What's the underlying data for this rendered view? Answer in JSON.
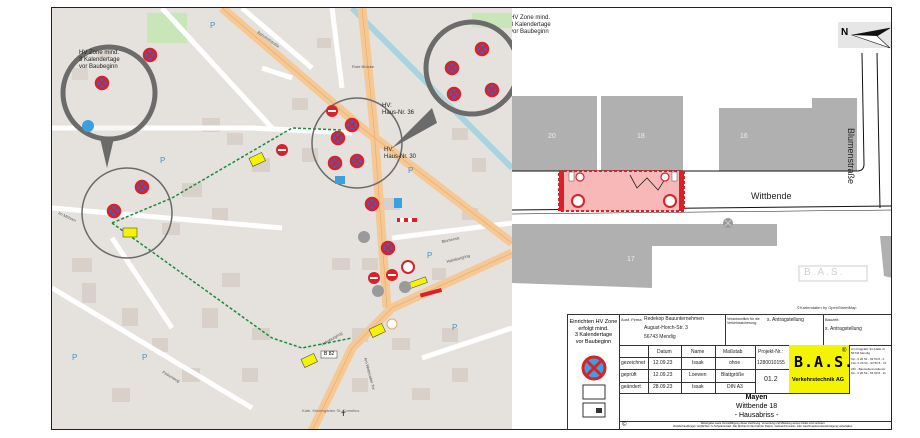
{
  "map": {
    "callouts": [
      {
        "text": [
          "HV Zone mind.",
          "3 Kalendertage",
          "vor Baubeginn"
        ]
      },
      {
        "text": [
          "HV Zone mind.",
          "3 Kalendertage",
          "vor Baubeginn"
        ]
      }
    ],
    "hv_labels": [
      {
        "line1": "HV:",
        "line2": "Haus-Nr. 36"
      },
      {
        "line1": "HV:",
        "line2": "Haus-Nr. 30"
      }
    ],
    "street_labels": [
      "Bahnhofstraße",
      "Rote Brücke",
      "Blumenstr.",
      "Habsburgring",
      "Im Möhren",
      "Am Wetteralter Tor",
      "Finkenweg",
      "Ringstraße",
      "Bachstr.",
      "Mühlenstr.",
      "Habsburgring"
    ],
    "poi_labels": [
      "Rote Brücke",
      "Kath. Kindergarten St. Cornelius",
      "Wandelwerk",
      "Messbarenhaus"
    ],
    "route_badge": "B 82",
    "colors": {
      "road_major": "#f6c894",
      "road_minor": "#ffffff",
      "building": "#d9d0c9",
      "water": "#aad3df",
      "green_route": "#1b8a3a",
      "hv_sign_red": "#d8222a",
      "hv_sign_blue": "#3a5fcd",
      "highlight_yellow": "#f4f400"
    }
  },
  "plan": {
    "top_note": [
      "HV Zone mind.",
      "3 Kalendertage",
      "vor Baubeginn"
    ],
    "north_label": "N",
    "street_main": "Wittbende",
    "street_side": "Blumenstraße",
    "buildings": [
      "20",
      "18",
      "16",
      "17"
    ],
    "copyright": "©Kartendaten by OpenStreetMap",
    "watermark": "B.A.S."
  },
  "legend": {
    "text": [
      "Einrichten HV Zone",
      "erfolgt mind.",
      "3 Kalendertage",
      "vor Baubeginn"
    ]
  },
  "titleblock": {
    "ausf_firma_label": "Ausf. Firma:",
    "ausf_firma": [
      "Redekop Bauunternehmen",
      "August-Horch-Str. 3",
      "56743 Mendig"
    ],
    "verantwortlich_label": "Verantwortlich für die Verkehrssicherung:",
    "verantwortlich_value": "s. Antragstellung",
    "bauzeit_label": "Bauzeit:",
    "bauzeit_value": "s. Antragstellung",
    "table_headers": [
      "",
      "Datum",
      "Name",
      "Maßstab",
      "Projekt-Nr.:"
    ],
    "rows": [
      {
        "label": "gezeichnet",
        "datum": "12.09.23",
        "name": "Issak",
        "extra": "ohne"
      },
      {
        "label": "geprüft",
        "datum": "12.09.23",
        "name": "Loewen",
        "extra": "Blattgröße"
      },
      {
        "label": "geändert",
        "datum": "28.09.23",
        "name": "Issak",
        "extra": "DIN A3"
      }
    ],
    "projekt_nr": "1280010155",
    "version": "01.2",
    "company_logo": "B.A.S.",
    "company_reg": "®",
    "company_name": "Verkehrstechnik AG",
    "address": [
      "Am Flugplatz 34 (Halle 4)",
      "56743 Mendig",
      "Tel.: 0 26 52 - 93 50 8 - 0",
      "Fax: 0 26 52 - 93 50 8 - 10",
      "24h - Baustellennotdienst:",
      "Tel.: 0 26 52 - 93 50 8 - 11"
    ],
    "project_city": "Mayen",
    "project_address": "Wittbende 18",
    "project_type": "- Hausabriss -",
    "footer_symbol": "©",
    "footer_text": [
      "Weitergabe sowie Vervielfältigung dieser Zeichnung, Verwertung und Mitteilung seines Inhalts sind verboten.",
      "Zuwiderhandlungen verpflichten zu Schadenersatz. Alle Rechte für den Fall der Patent-, Gebrauchsmuster- oder Geschmacksmustereintragung vorbehalten."
    ]
  }
}
